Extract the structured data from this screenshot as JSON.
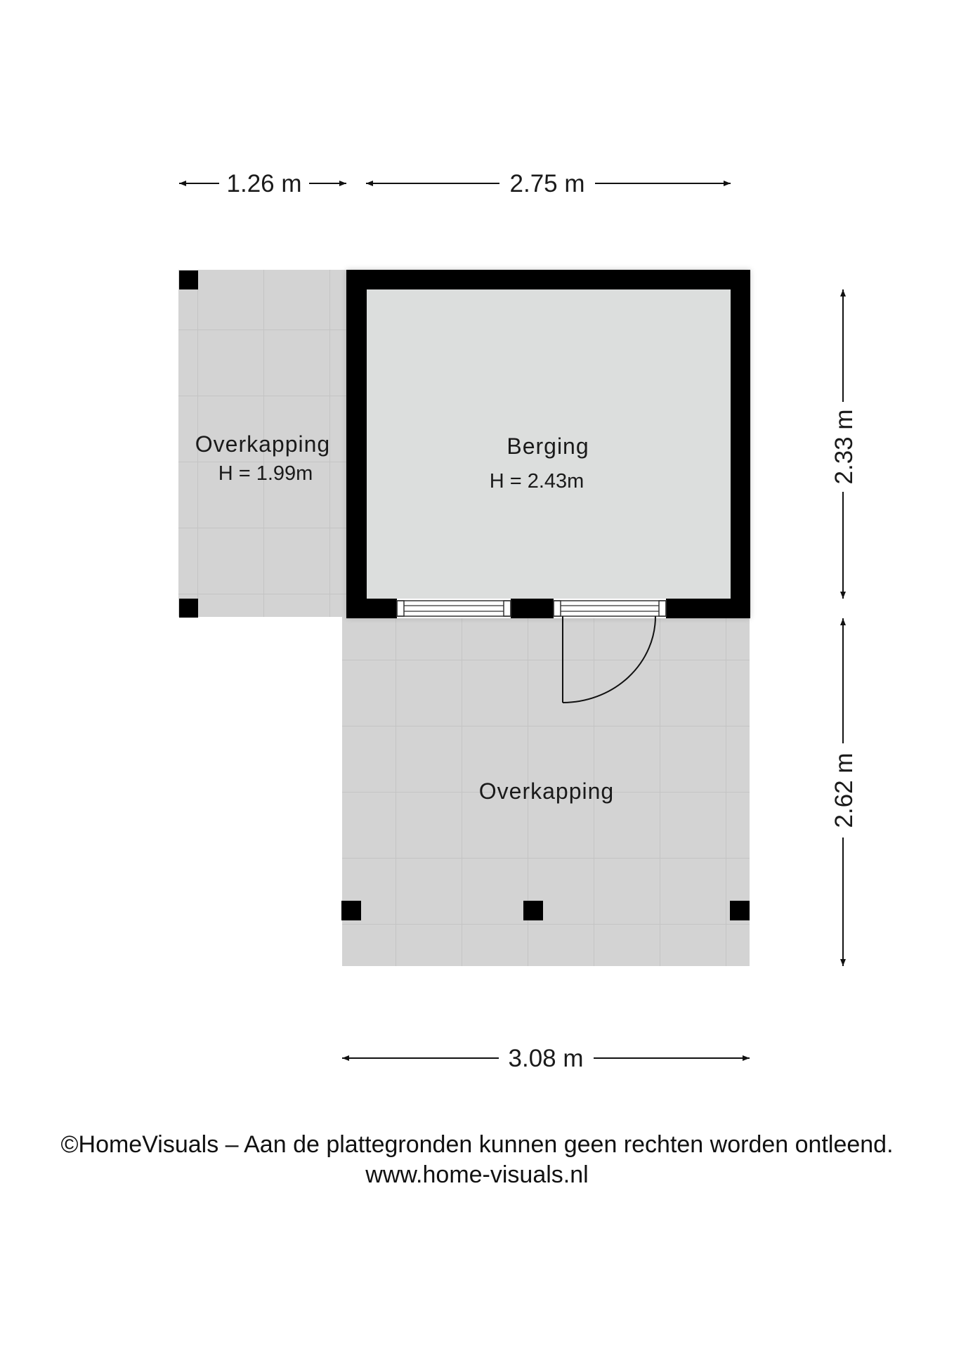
{
  "rooms": {
    "overkapping_left": {
      "name": "Overkapping",
      "height": "H = 1.99m"
    },
    "berging": {
      "name": "Berging",
      "height": "H = 2.43m"
    },
    "overkapping_bottom": {
      "name": "Overkapping"
    }
  },
  "dimensions": {
    "top_left": "1.26 m",
    "top_right": "2.75 m",
    "right_upper": "2.33 m",
    "right_lower": "2.62 m",
    "bottom": "3.08 m"
  },
  "colors": {
    "wall": "#000000",
    "floor_indoor": "#dcdedd",
    "floor_covered": "#d2d2d2",
    "tile_line": "#c6c6c6"
  },
  "footer": {
    "copyright": "©HomeVisuals – Aan de plattegronden kunnen geen rechten worden ontleend.",
    "website": "www.home-visuals.nl"
  }
}
